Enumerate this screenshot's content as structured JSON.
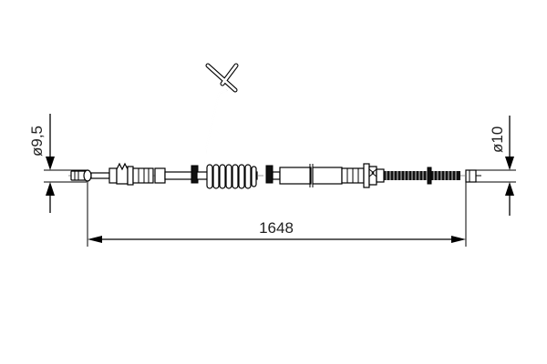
{
  "drawing": {
    "title": "Parking brake cable technical drawing",
    "colors": {
      "line": "#000000",
      "text": "#222222",
      "background": "#ffffff"
    },
    "dimensions": {
      "length": {
        "value": "1648",
        "unit": "mm"
      },
      "left_diameter": {
        "label": "ø9,5"
      },
      "right_diameter": {
        "label": "ø10"
      }
    },
    "components": [
      "left-end-fitting",
      "left-adjuster",
      "spring-bracket",
      "center-sleeve",
      "right-adjuster",
      "threaded-rod",
      "right-end-fitting"
    ]
  }
}
